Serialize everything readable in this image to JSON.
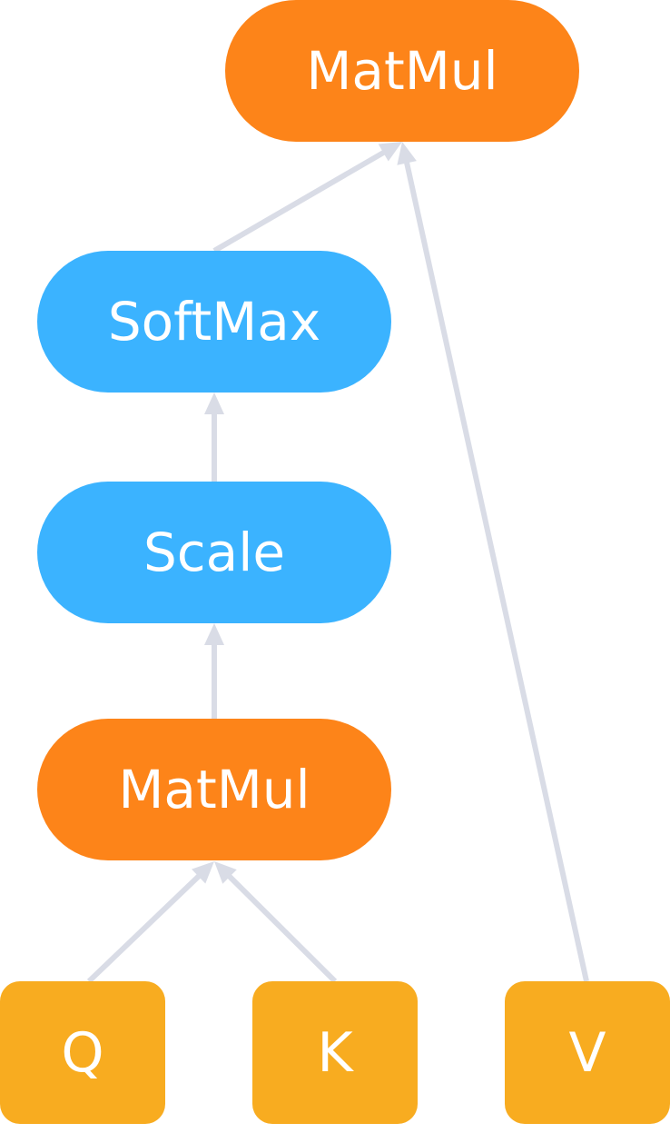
{
  "colors": {
    "matmul": "#fd8419",
    "softmax_scale": "#3bb3ff",
    "input": "#f8ac20",
    "edge": "#d9dce6",
    "text": "#ffffff"
  },
  "nodes": {
    "matmul_top": {
      "label": "MatMul",
      "kind": "matmul"
    },
    "softmax": {
      "label": "SoftMax",
      "kind": "softmax_scale"
    },
    "scale": {
      "label": "Scale",
      "kind": "softmax_scale"
    },
    "matmul_bottom": {
      "label": "MatMul",
      "kind": "matmul"
    },
    "q": {
      "label": "Q",
      "kind": "input"
    },
    "k": {
      "label": "K",
      "kind": "input"
    },
    "v": {
      "label": "V",
      "kind": "input"
    }
  },
  "edges": [
    {
      "from": "q",
      "to": "matmul_bottom"
    },
    {
      "from": "k",
      "to": "matmul_bottom"
    },
    {
      "from": "matmul_bottom",
      "to": "scale"
    },
    {
      "from": "scale",
      "to": "softmax"
    },
    {
      "from": "softmax",
      "to": "matmul_top"
    },
    {
      "from": "v",
      "to": "matmul_top"
    }
  ]
}
